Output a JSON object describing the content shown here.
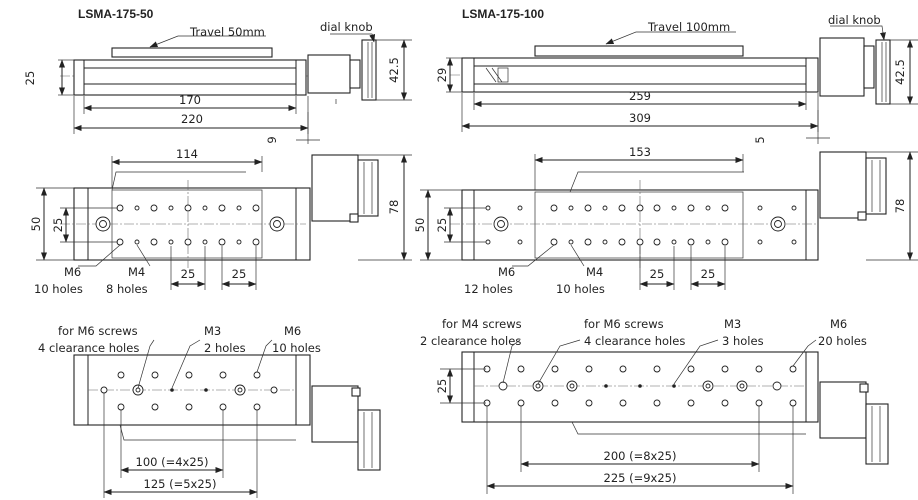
{
  "models": {
    "left": "LSMA-175-50",
    "right": "LSMA-175-100"
  },
  "left": {
    "side": {
      "travel": "Travel 50mm",
      "knob": "dial knob",
      "height": "25",
      "knob_height": "42.5",
      "rail_length": "170",
      "total_length": "220",
      "offset": "9"
    },
    "top": {
      "span": "114",
      "width": "50",
      "inner": "25",
      "depth": "78",
      "m6_label": "M6",
      "m6_count": "10 holes",
      "m4_label": "M4",
      "m4_count": "8 holes",
      "pitch_a": "25",
      "pitch_b": "25"
    },
    "bottom": {
      "clear_label": "for M6 screws",
      "clear_count": "4 clearance holes",
      "m3_label": "M3",
      "m3_count": "2 holes",
      "m6_label": "M6",
      "m6_count": "10 holes",
      "dim_a": "100 (=4x25)",
      "dim_b": "125 (=5x25)"
    }
  },
  "right": {
    "side": {
      "travel": "Travel 100mm",
      "knob": "dial knob",
      "height": "29",
      "knob_height": "42.5",
      "rail_length": "259",
      "total_length": "309",
      "offset": "5"
    },
    "top": {
      "span": "153",
      "width": "50",
      "inner": "25",
      "depth": "78",
      "m6_label": "M6",
      "m6_count": "12 holes",
      "m4_label": "M4",
      "m4_count": "10 holes",
      "pitch_a": "25",
      "pitch_b": "25"
    },
    "bottom": {
      "clear_label": "for M4 screws",
      "clear_count": "2 clearance holes",
      "clear6_label": "for M6 screws",
      "clear6_count": "4 clearance holes",
      "m3_label": "M3",
      "m3_count": "3 holes",
      "m6_label": "M6",
      "m6_count": "20 holes",
      "inner": "25",
      "dim_a": "200 (=8x25)",
      "dim_b": "225 (=9x25)"
    }
  }
}
